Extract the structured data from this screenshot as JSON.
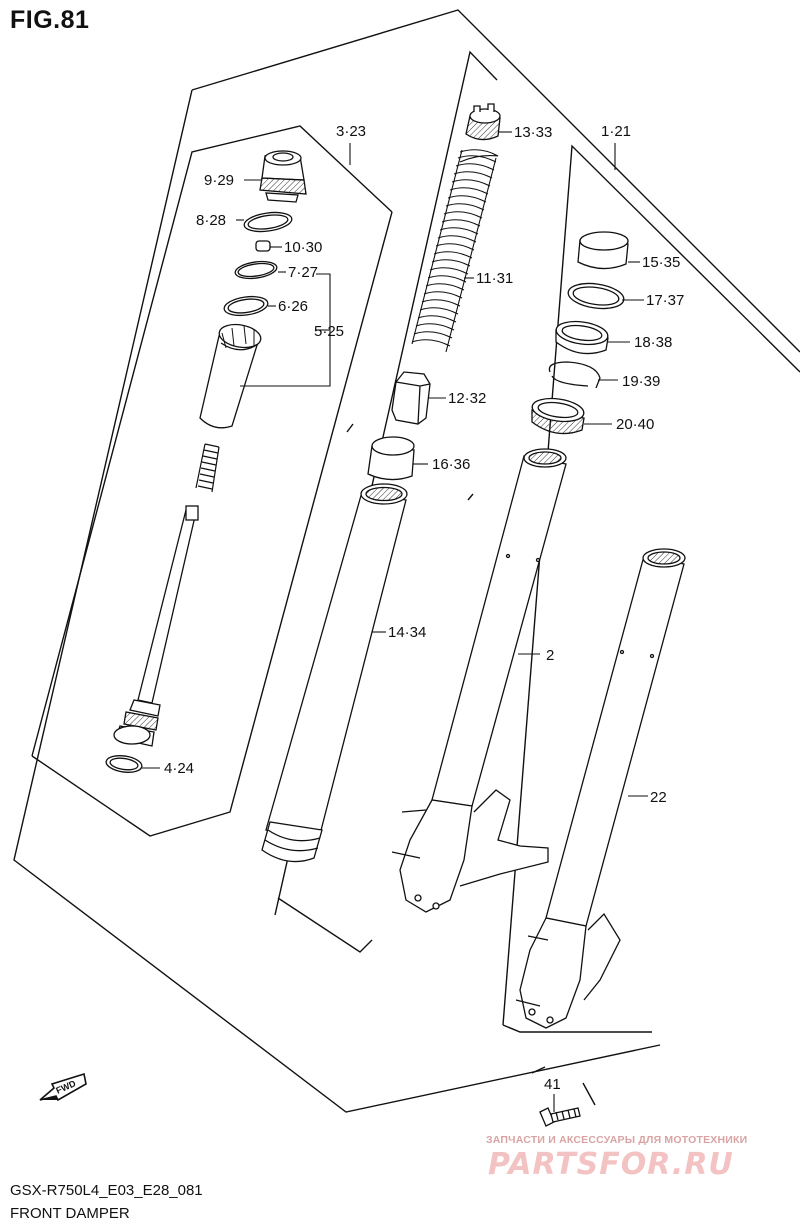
{
  "figure": {
    "title": "FIG.81",
    "model_code": "GSX-R750L4_E03_E28_081",
    "section_name": "FRONT DAMPER"
  },
  "direction_arrow": {
    "label": "FWD"
  },
  "watermark": {
    "line1": "ЗАПЧАСТИ И АКСЕССУАРЫ ДЛЯ МОТОТЕХНИКИ",
    "brand": "PARTSFOR.RU"
  },
  "callouts": [
    {
      "id": "3-23",
      "label": "3·23"
    },
    {
      "id": "1-21",
      "label": "1·21"
    },
    {
      "id": "9-29",
      "label": "9·29"
    },
    {
      "id": "8-28",
      "label": "8·28"
    },
    {
      "id": "10-30",
      "label": "10·30"
    },
    {
      "id": "7-27",
      "label": "7·27"
    },
    {
      "id": "6-26",
      "label": "6·26"
    },
    {
      "id": "5-25",
      "label": "5·25"
    },
    {
      "id": "4-24",
      "label": "4·24"
    },
    {
      "id": "13-33",
      "label": "13·33"
    },
    {
      "id": "11-31",
      "label": "11·31"
    },
    {
      "id": "12-32",
      "label": "12·32"
    },
    {
      "id": "16-36",
      "label": "16·36"
    },
    {
      "id": "14-34",
      "label": "14·34"
    },
    {
      "id": "15-35",
      "label": "15·35"
    },
    {
      "id": "17-37",
      "label": "17·37"
    },
    {
      "id": "18-38",
      "label": "18·38"
    },
    {
      "id": "19-39",
      "label": "19·39"
    },
    {
      "id": "20-40",
      "label": "20·40"
    },
    {
      "id": "2",
      "label": "2"
    },
    {
      "id": "22",
      "label": "22"
    },
    {
      "id": "41",
      "label": "41"
    }
  ],
  "colors": {
    "line": "#111111",
    "watermark": "#e8b4b4"
  }
}
